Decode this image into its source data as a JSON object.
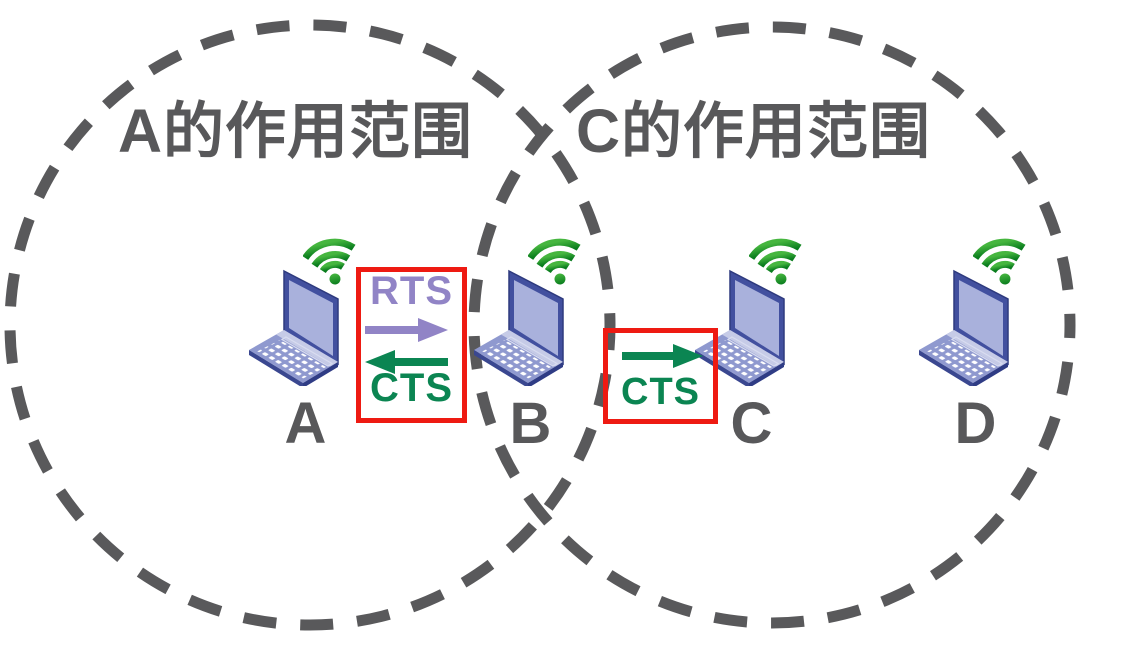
{
  "diagram": {
    "background": "#ffffff",
    "description": "Two overlapping dashed coverage circles with four wireless laptops A, B, C, D and RTS/CTS frames highlighted in red boxes"
  },
  "ranges": [
    {
      "label": "A的作用范围",
      "owner_node": "A"
    },
    {
      "label": "C的作用范围",
      "owner_node": "C"
    }
  ],
  "nodes": [
    {
      "label": "A"
    },
    {
      "label": "B"
    },
    {
      "label": "C"
    },
    {
      "label": "D"
    }
  ],
  "exchanges": [
    {
      "between": "A-B",
      "messages": [
        {
          "label": "RTS",
          "direction": "right",
          "color": "#9184c6"
        },
        {
          "label": "CTS",
          "direction": "left",
          "color": "#0b8552"
        }
      ]
    },
    {
      "between": "B-C",
      "messages": [
        {
          "label": "CTS",
          "direction": "right",
          "color": "#0b8552"
        }
      ]
    }
  ],
  "colors": {
    "outline_gray": "#59595b",
    "label_gray": "#58585a",
    "highlight_red": "#ee1a12",
    "rts_purple": "#9184c6",
    "cts_green": "#0b8552",
    "wifi_green": "#28a02e",
    "laptop_frame_blue": "#42509f",
    "laptop_screen_blue": "#a9b1dc"
  },
  "icons": {
    "wifi": "wifi-icon",
    "laptop": "laptop-icon",
    "rts_arrow": "arrow-right-icon",
    "cts_arrow_left": "arrow-left-icon",
    "cts_arrow_right": "arrow-right-icon"
  }
}
